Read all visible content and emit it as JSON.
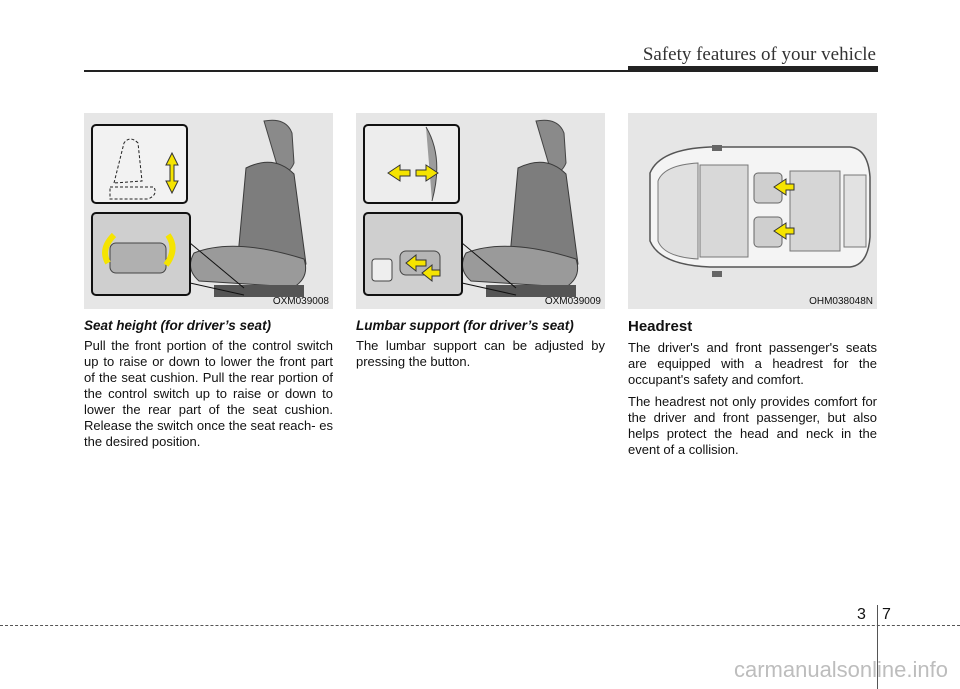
{
  "header": {
    "title": "Safety features of your vehicle"
  },
  "columns": [
    {
      "figure_code": "OXM039008",
      "heading": "Seat height (for driver’s seat)",
      "paragraphs": [
        "Pull the front portion of the control switch up to raise or down to lower the front part of the seat cushion. Pull the rear portion of the control switch up to raise or down to lower the rear part of the seat cushion. Release the switch once the seat reach- es the desired position."
      ]
    },
    {
      "figure_code": "OXM039009",
      "heading": "Lumbar support (for driver’s seat)",
      "paragraphs": [
        "The lumbar support can be adjusted by pressing the button."
      ]
    },
    {
      "figure_code": "OHM038048N",
      "heading": "Headrest",
      "paragraphs": [
        "The driver's and front passenger's seats are equipped with a headrest for the occupant's safety and comfort.",
        "The headrest not only provides comfort for the driver and front passenger, but also helps protect the head and neck in the event of a collision."
      ]
    }
  ],
  "footer": {
    "chapter": "3",
    "page": "7"
  },
  "watermark": "carmanualsonline.info",
  "colors": {
    "arrow_yellow": "#f5e400",
    "figure_bg": "#e6e6e6",
    "rule": "#222222"
  }
}
